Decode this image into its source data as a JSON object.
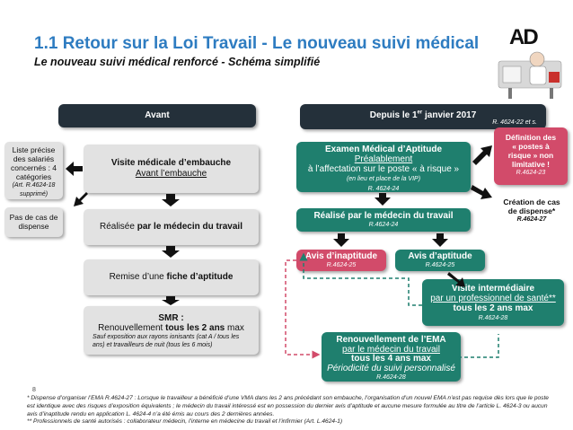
{
  "header": {
    "title": "1.1 Retour sur la Loi Travail -  Le nouveau suivi médical",
    "subtitle": "Le nouveau suivi médical renforcé - Schéma simplifié",
    "logo_text": "AD"
  },
  "columns": {
    "before": "Avant",
    "after_prefix": "Depuis le 1",
    "after_sup": "er",
    "after_suffix": " janvier 2017",
    "after_ref": "R. 4624-22 et s."
  },
  "left": {
    "side_note_1": {
      "line1": "Liste précise",
      "line2": "des salariés",
      "line3": "concernés : 4",
      "line4": "catégories",
      "ref1": "(Art. R.4624-18",
      "ref2": "supprimé)"
    },
    "side_note_2": {
      "line1": "Pas de cas de",
      "line2": "dispense"
    },
    "box1": {
      "line1": "Visite médicale d’embauche",
      "line2": "Avant l’embauche"
    },
    "box2": {
      "pre": "Réalisée ",
      "bold": "par le médecin du travail"
    },
    "box3": {
      "pre": "Remise d’une ",
      "bold": "fiche d’aptitude"
    },
    "box4": {
      "line1": "SMR :",
      "line2_pre": "Renouvellement ",
      "line2_bold": "tous les 2 ans",
      "line2_post": " max",
      "note1": "Sauf exposition aux rayons ionisants (cat A / tous les",
      "note2": "ans) et travailleurs de nuit (tous les 6 mois)"
    }
  },
  "right": {
    "exam": {
      "line1": "Examen Médical d’Aptitude",
      "line2": "Préalablement",
      "line3": "à l’affectation sur le poste « à risque »",
      "line4": "(en lieu et place de la VIP)",
      "ref": "R. 4624-24"
    },
    "done_by": {
      "text": "Réalisé par le médecin du travail",
      "ref": "R.4624-24"
    },
    "inaptitude": {
      "text": "Avis d’inaptitude",
      "ref": "R.4624-25"
    },
    "aptitude": {
      "text": "Avis d’aptitude",
      "ref": "R.4624-25"
    },
    "intermediate": {
      "line1": "Visite intermédiaire",
      "line2": "par un professionnel de santé**",
      "line3": "tous les 2 ans max",
      "ref": "R.4624-28"
    },
    "renewal": {
      "line1": "Renouvellement de l’EMA",
      "line2": "par le médecin du travail",
      "line3": "tous les 4 ans max",
      "line4": "Périodicité du suivi personnalisé",
      "ref": "R.4624-28"
    },
    "definition": {
      "line1": "Définition des",
      "line2": "« postes à",
      "line3": "risque » non",
      "line4": "limitative !",
      "ref": "R.4624-23"
    },
    "dispense": {
      "line1": "Création de cas",
      "line2": "de dispense*",
      "ref": "R.4624-27"
    }
  },
  "footer": {
    "page_number": "8",
    "note1": "*  Dispense d’organiser l’EMA R.4624-27 : Lorsque le travailleur a bénéficié d’une VMA dans les 2 ans précédant son embauche, l’organisation d’un nouvel EMA n’est pas requise dès lors que le poste est identique avec des risques d’exposition équivalents ; le médecin du travail intéressé est en possession du dernier avis d’aptitude et aucune mesure formulée au titre de l’article L. 4624-3 ou aucun avis d’inaptitude rendu en application L. 4624-4 n’a été émis au cours des 2 dernières années.",
    "note2": "** Professionnels de santé autorisés : collaborateur médecin, l’interne en médecine du travail et l’infirmier (Art. L.4624-1)"
  },
  "colors": {
    "title_blue": "#2e7cc1",
    "header_dark": "#24303a",
    "teal": "#1f7f6e",
    "pink": "#d24b6a",
    "grey_box": "#e2e2e2",
    "arrow": "#111111"
  }
}
